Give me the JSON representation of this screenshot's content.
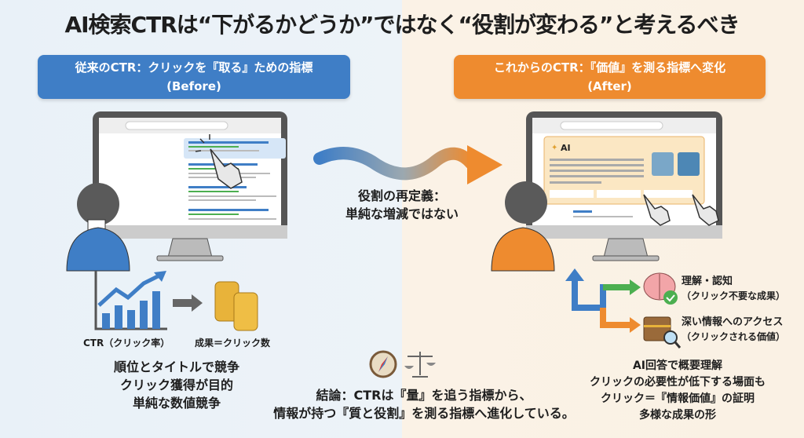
{
  "title": "AI検索CTRは“下がるかどうか”ではなく“役割が変わる”と考えるべき",
  "before": {
    "banner_line1": "従来のCTR：クリックを『取る』ための指標",
    "banner_line2": "(Before)",
    "chart_label": "CTR（クリック率）",
    "coins_label": "成果＝クリック数",
    "points": [
      "順位とタイトルで競争",
      "クリック獲得が目的",
      "単純な数値競争"
    ]
  },
  "after": {
    "banner_line1": "これからのCTR：『価値』を測る指標へ変化",
    "banner_line2": "(After)",
    "ai_panel_label": "AI",
    "branch1_title": "理解・認知",
    "branch1_sub": "（クリック不要な成果）",
    "branch2_title": "深い情報へのアクセス",
    "branch2_sub": "（クリックされる価値）",
    "points": [
      "AI回答で概要理解",
      "クリックの必要性が低下する場面も",
      "クリック＝『情報価値』の証明",
      "多様な成果の形"
    ]
  },
  "transition": {
    "line1": "役割の再定義：",
    "line2": "単純な増減ではない"
  },
  "conclusion": {
    "line1": "結論：CTRは『量』を追う指標から、",
    "line2": "情報が持つ『質と役割』を測る指標へ進化している。"
  },
  "colors": {
    "blue": "#3f7ec6",
    "orange": "#ee8b2f",
    "green": "#4caf50"
  }
}
